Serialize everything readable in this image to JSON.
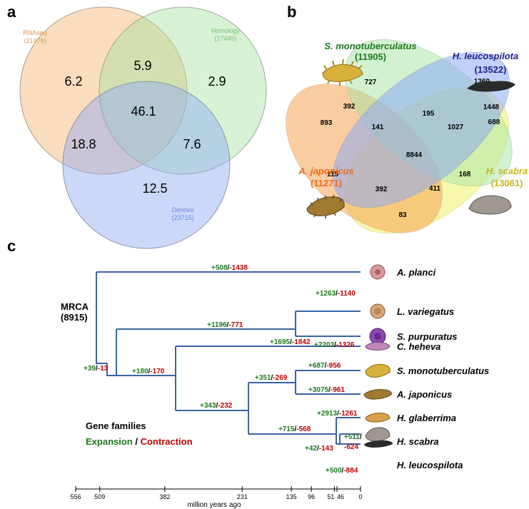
{
  "colors": {
    "rnaseq": "#f5b36e",
    "homology": "#a6e3a1",
    "denovo": "#8ea9f5",
    "green": "#1d7a1d",
    "red": "#c00000",
    "branch": "#3a63a8",
    "sm": "#1d7a1d",
    "hl": "#1f1f8a",
    "aj": "#ee6a1a",
    "hs": "#c8b51a"
  },
  "panel_a": {
    "label": "a",
    "circles": [
      {
        "name": "RNAseq",
        "count": "(21479)"
      },
      {
        "name": "Homology",
        "count": "(17445)"
      },
      {
        "name": "Denovo",
        "count": "(23715)"
      }
    ],
    "values": {
      "rna_only": "6.2",
      "rna_hom": "5.9",
      "hom_only": "2.9",
      "all": "46.1",
      "rna_den": "18.8",
      "hom_den": "7.6",
      "den_only": "12.5"
    }
  },
  "panel_b": {
    "label": "b",
    "species": [
      {
        "key": "sm",
        "name": "S. monotuberculatus",
        "count": "(11905)"
      },
      {
        "key": "hl",
        "name": "H. leucospilota",
        "count": "(13522)"
      },
      {
        "key": "aj",
        "name": "A. japonicus",
        "count": "(11271)"
      },
      {
        "key": "hs",
        "name": "H. scabra",
        "count": "(13061)"
      }
    ],
    "values": {
      "v727": "727",
      "v195": "195",
      "v1360": "1360",
      "v392a": "392",
      "v893": "893",
      "v141": "141",
      "v1027": "1027",
      "v1448": "1448",
      "v688": "688",
      "v8844": "8844",
      "v115": "115",
      "v168": "168",
      "v392b": "392",
      "v411": "411",
      "v83": "83"
    }
  },
  "panel_c": {
    "label": "c",
    "mrca": "MRCA",
    "mrca_count": "(8915)",
    "taxa": [
      "A. planci",
      "L. variegatus",
      "S. purpuratus",
      "C. heheva",
      "S. monotuberculatus",
      "A. japonicus",
      "H. glaberrima",
      "H. scabra",
      "H. leucospilota"
    ],
    "branch_labels": [
      {
        "exp": "+508",
        "con": "-1438"
      },
      {
        "exp": "+1263",
        "con": "-1140"
      },
      {
        "exp": "+1196",
        "con": "-771"
      },
      {
        "exp": "+2203",
        "con": "-1326"
      },
      {
        "exp": "+1695",
        "con": "-1842"
      },
      {
        "exp": "+39",
        "con": "-13"
      },
      {
        "exp": "+180",
        "con": "-170"
      },
      {
        "exp": "+687",
        "con": "-956"
      },
      {
        "exp": "+351",
        "con": "-269"
      },
      {
        "exp": "+3075",
        "con": "-961"
      },
      {
        "exp": "+343",
        "con": "-232"
      },
      {
        "exp": "+2913",
        "con": "-1261"
      },
      {
        "exp": "+715",
        "con": "-568"
      },
      {
        "exp": "+511",
        "con": "-624"
      },
      {
        "exp": "+42",
        "con": "-143"
      },
      {
        "exp": "+500",
        "con": "-884"
      }
    ],
    "legend_title": "Gene families",
    "legend_expansion": "Expansion",
    "legend_sep": " / ",
    "legend_contraction": "Contraction",
    "axis_ticks": [
      "556",
      "509",
      "382",
      "231",
      "135",
      "96",
      "51",
      "46",
      "0"
    ],
    "axis_label": "million years ago"
  }
}
